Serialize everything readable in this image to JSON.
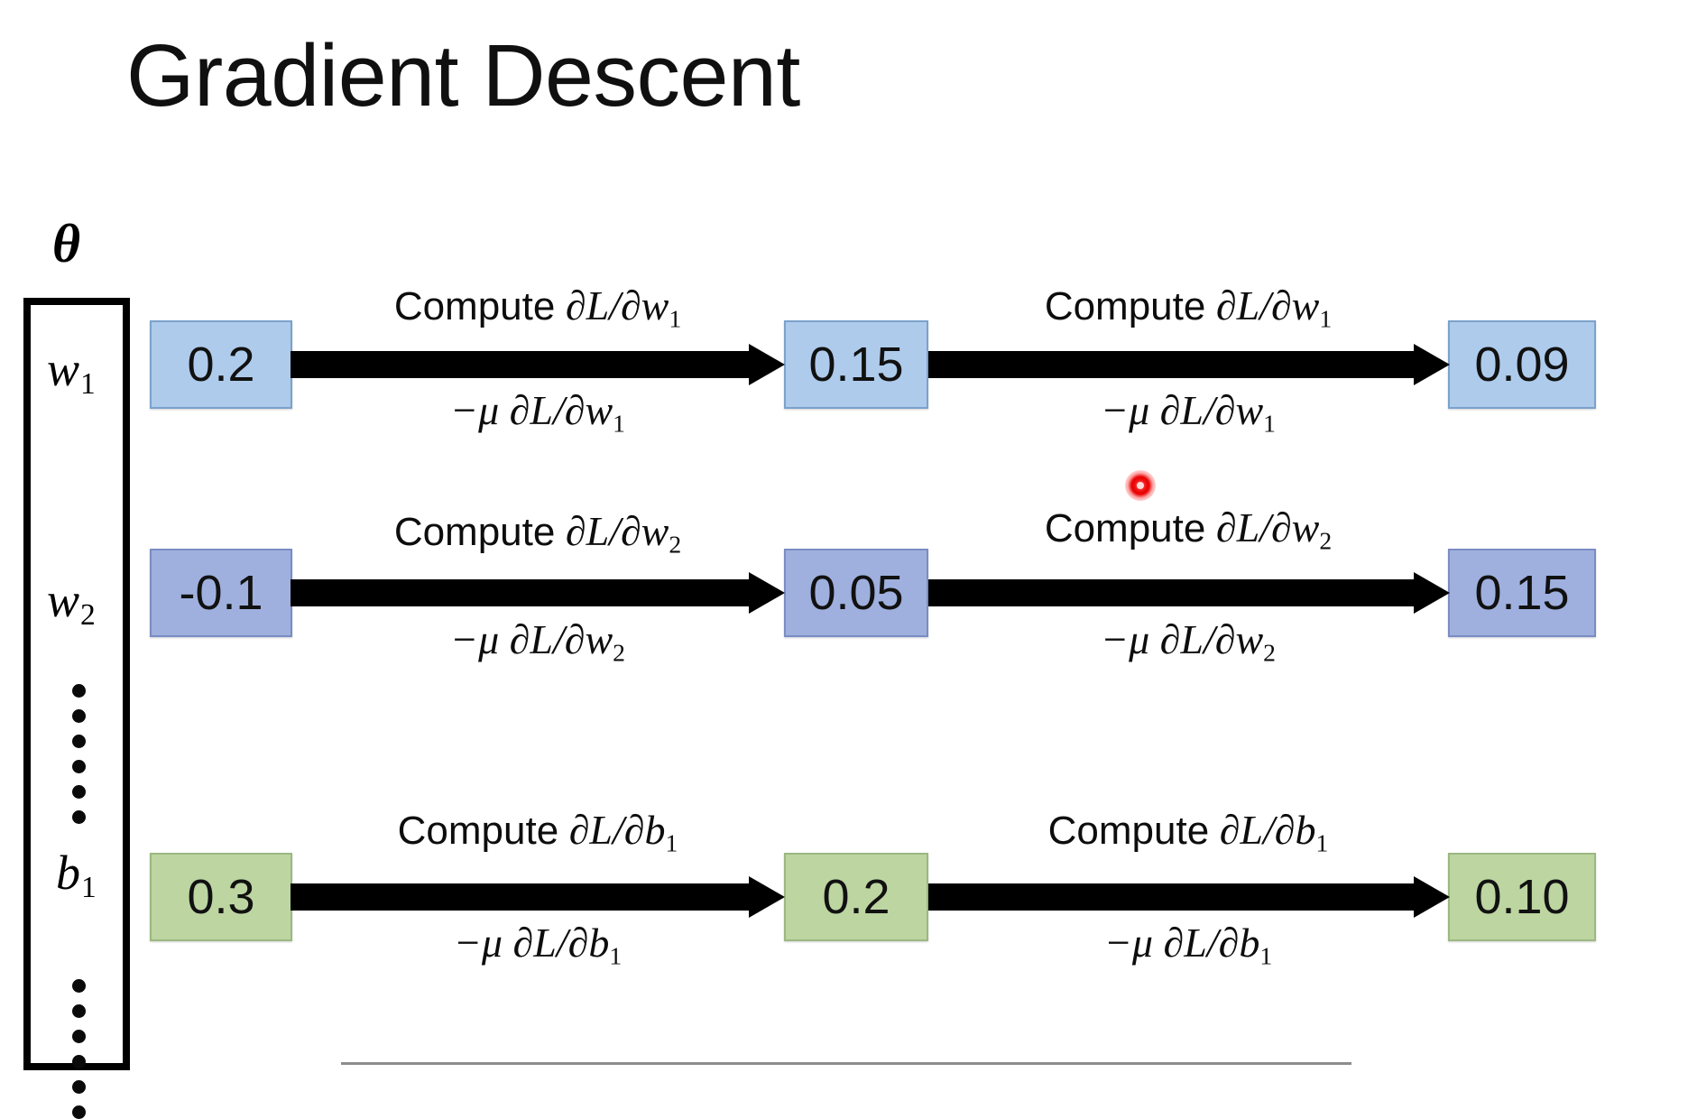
{
  "slide": {
    "title": "Gradient Descent",
    "background_color": "#ffffff"
  },
  "parameter_vector": {
    "symbol": "θ",
    "rows": [
      {
        "name_base": "w",
        "name_sub": "1"
      },
      {
        "name_base": "w",
        "name_sub": "2"
      },
      {
        "name_base": "b",
        "name_sub": "1"
      }
    ],
    "ellipsis_dot_count": 6
  },
  "colors": {
    "box_w1": "#aecbeb",
    "box_w2": "#9fb0de",
    "box_b1": "#bcd5a1",
    "arrow": "#000000",
    "cursor_dot": "#e60000"
  },
  "rows": [
    {
      "param_base": "w",
      "param_sub": "1",
      "values": [
        "0.2",
        "0.15",
        "0.09"
      ],
      "steps": [
        {
          "above_prefix": "Compute",
          "above_expr_base": "∂L/∂w",
          "above_expr_sub": "1",
          "below_expr_base": "−μ ∂L/∂w",
          "below_expr_sub": "1"
        },
        {
          "above_prefix": "Compute",
          "above_expr_base": "∂L/∂w",
          "above_expr_sub": "1",
          "below_expr_base": "−μ ∂L/∂w",
          "below_expr_sub": "1"
        }
      ]
    },
    {
      "param_base": "w",
      "param_sub": "2",
      "values": [
        "-0.1",
        "0.05",
        "0.15"
      ],
      "steps": [
        {
          "above_prefix": "Compute",
          "above_expr_base": "∂L/∂w",
          "above_expr_sub": "2",
          "below_expr_base": "−μ ∂L/∂w",
          "below_expr_sub": "2"
        },
        {
          "above_prefix": "Compute",
          "above_expr_base": "∂L/∂w",
          "above_expr_sub": "2",
          "below_expr_base": "−μ ∂L/∂w",
          "below_expr_sub": "2"
        }
      ]
    },
    {
      "param_base": "b",
      "param_sub": "1",
      "values": [
        "0.3",
        "0.2",
        "0.10"
      ],
      "steps": [
        {
          "above_prefix": "Compute",
          "above_expr_base": "∂L/∂b",
          "above_expr_sub": "1",
          "below_expr_base": "−μ ∂L/∂b",
          "below_expr_sub": "1"
        },
        {
          "above_prefix": "Compute",
          "above_expr_base": "∂L/∂b",
          "above_expr_sub": "1",
          "below_expr_base": "−μ ∂L/∂b",
          "below_expr_sub": "1"
        }
      ]
    }
  ]
}
